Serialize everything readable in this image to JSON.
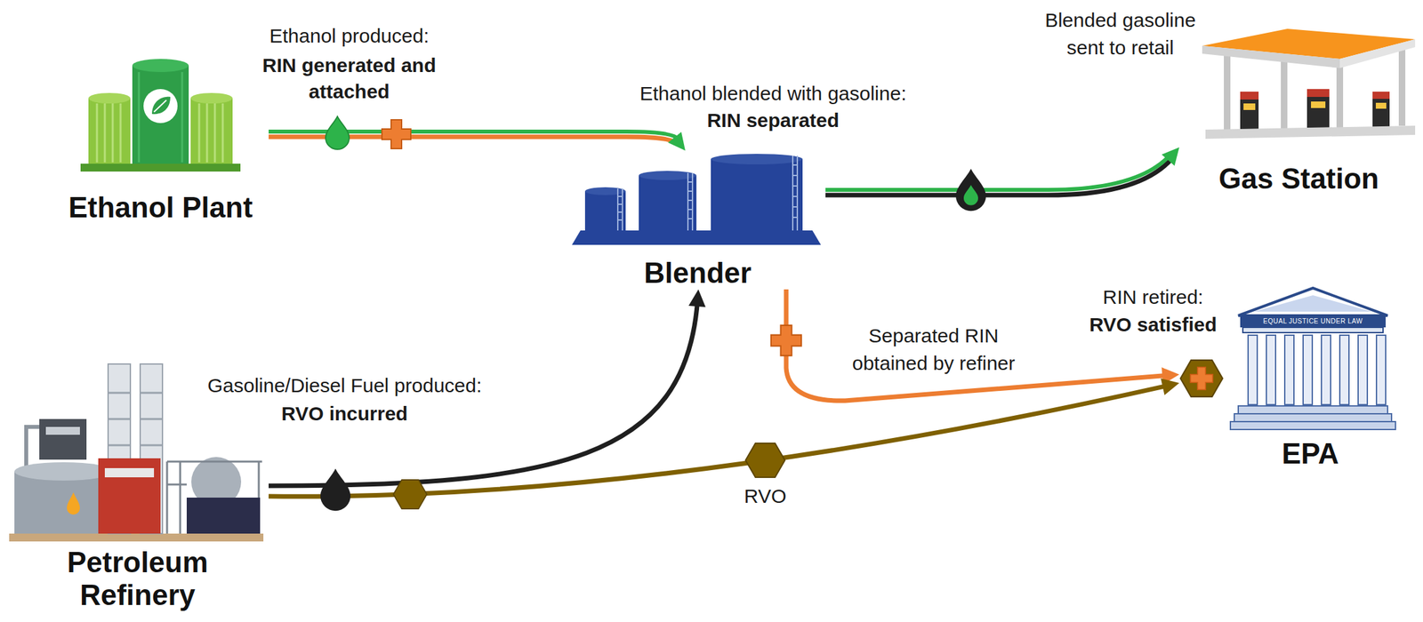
{
  "diagram": {
    "nodes": [
      {
        "text": [
          "Ethanol Plant"
        ]
      },
      {
        "text": [
          "Blender"
        ]
      },
      {
        "text": [
          "Gas Station"
        ]
      },
      {
        "text": [
          "Petroleum Refinery"
        ]
      },
      {
        "text": [
          "EPA"
        ]
      }
    ],
    "edges": [
      {
        "from": 0,
        "to": 1,
        "arrow": "to",
        "label": "Ethanol produced:"
      },
      {
        "from": 1,
        "to": 2,
        "arrow": "to",
        "label": "Blended gasoline sent to retail"
      },
      {
        "from": 3,
        "to": 1,
        "arrow": "to"
      },
      {
        "from": 1,
        "to": 4,
        "arrow": "to",
        "label": "Separated RIN obtained by refiner"
      },
      {
        "from": 3,
        "to": 4,
        "arrow": "to",
        "label": "RVO"
      }
    ],
    "labels": [
      "RIN generated and attached",
      "Ethanol blended with gasoline:",
      "RIN separated",
      "Gasoline/Diesel Fuel produced:",
      "RVO incurred",
      "RIN retired:",
      "RVO satisfied",
      "EQUAL JUSTICE UNDER LAW"
    ]
  }
}
